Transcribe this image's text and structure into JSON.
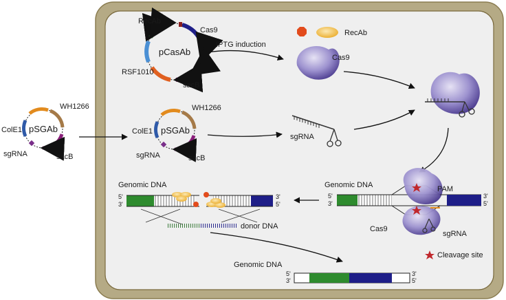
{
  "colors": {
    "cell_wall": "#b5aa85",
    "cell_wall_edge": "#7a6a3e",
    "cytoplasm": "#efefef",
    "cas9_dark": "#4a3a8e",
    "cas9_light": "#d7d2ec",
    "recab_orange": "#f1b83a",
    "recab_red": "#e24b1c",
    "green": "#2e8b2e",
    "navy": "#1e1e88",
    "star": "#c0282d"
  },
  "plasmid_outside": {
    "name": "pSGAb",
    "labels": {
      "wh1266": "WH1266",
      "cole1": "ColE1",
      "sgrna": "sgRNA",
      "sacb": "sacB"
    }
  },
  "plasmid_inside_sg": {
    "name": "pSGAb",
    "labels": {
      "wh1266": "WH1266",
      "cole1": "ColE1",
      "sgrna": "sgRNA",
      "sacb": "sacB"
    }
  },
  "plasmid_cas": {
    "name": "pCasAb",
    "labels": {
      "recab": "RecAb",
      "cas9": "Cas9",
      "rsf1010": "RSF1010",
      "sacb": "sacB"
    }
  },
  "induction": {
    "label": "IPTG induction"
  },
  "proteins": {
    "recab": "RecAb",
    "cas9": "Cas9"
  },
  "sgrna_label": "sgRNA",
  "complex_labels": {
    "genomic_dna": "Genomic DNA",
    "pam": "PAM",
    "cas9": "Cas9",
    "sgrna": "sgRNA"
  },
  "repair_labels": {
    "genomic_dna": "Genomic DNA",
    "donor_dna": "donor DNA"
  },
  "final_labels": {
    "genomic_dna": "Genomic DNA"
  },
  "strand_ends": {
    "five": "5'",
    "three": "3'"
  },
  "legend": {
    "cleavage_site": "Cleavage site"
  }
}
